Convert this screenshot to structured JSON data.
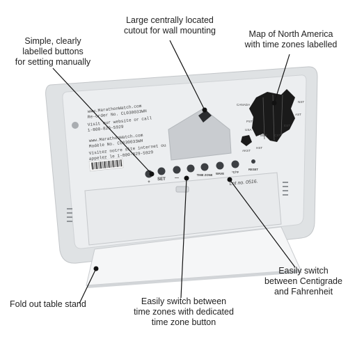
{
  "callouts": {
    "buttons": {
      "lines": [
        "Simple, clearly",
        "labelled buttons",
        "for setting manually"
      ]
    },
    "cutout": {
      "lines": [
        "Large centrally located",
        "cutout for wall mounting"
      ]
    },
    "map": {
      "lines": [
        "Map of North America",
        "with time zones labelled"
      ]
    },
    "stand": {
      "lines": [
        "Fold out table stand"
      ]
    },
    "timezone": {
      "lines": [
        "Easily switch between",
        "time zones with dedicated",
        "time zone button"
      ]
    },
    "temperature": {
      "lines": [
        "Easily switch",
        "between Centigrade",
        "and Fahrenheit"
      ]
    }
  },
  "device": {
    "label_text": [
      "www.MarathonWatch.com",
      "Re-order No. CL030033WH",
      "Visit our website or call",
      "1-800-829-5929",
      "www.MarathonWatch.com",
      "Modèle No. CL030033WH",
      "Visitez notre site internet ou",
      "appelez le 1-800-829-5929"
    ],
    "lot_text": "Lot no. 0516.",
    "buttons": [
      {
        "label": "+",
        "icon": "plus-button-icon"
      },
      {
        "label": "SET",
        "icon": "set-button-icon"
      },
      {
        "label": "—",
        "icon": "minus-button-icon"
      },
      {
        "label": "",
        "icon": "blank-button-icon"
      },
      {
        "label": "TIME ZONE",
        "icon": "time-zone-button-icon"
      },
      {
        "label": "WAVE",
        "icon": "wave-button-icon"
      },
      {
        "label": "°C/°F",
        "icon": "temperature-unit-button-icon"
      },
      {
        "label": "RESET",
        "icon": "reset-button-icon"
      }
    ],
    "map_labels": [
      "CANADA",
      "NST",
      "AST",
      "EST",
      "CST",
      "MST",
      "PST",
      "USA",
      "AKST",
      "HST"
    ],
    "colors": {
      "body": "#e4e6e8",
      "panel": "#eef0f1",
      "stand": "#f3f4f5",
      "shadow": "#c7cacd",
      "map": "#1a1a1a",
      "button": "#3c3f43",
      "callout_line": "#111111"
    }
  }
}
